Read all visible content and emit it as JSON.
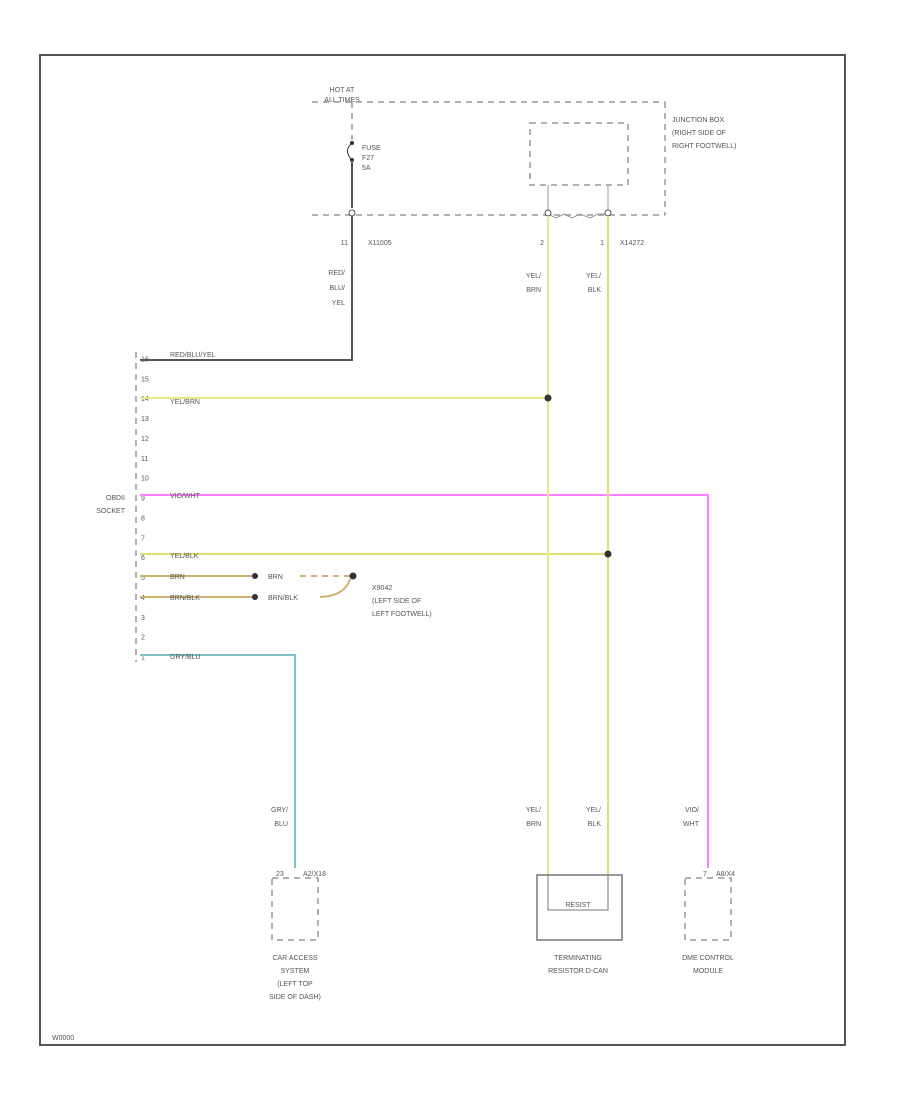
{
  "colors": {
    "frame": "#555555",
    "dashed": "#999999",
    "wire_red_blu_yel": "#555555",
    "wire_yel_brn": "#e8e88a",
    "wire_yel_blk": "#e0e070",
    "wire_vio_wht": "#ff80ff",
    "wire_brn": "#d0b070",
    "wire_gry_blu": "#80c0c8"
  },
  "power": {
    "hot_label_1": "HOT AT",
    "hot_label_2": "ALL TIMES",
    "fuse_1": "FUSE",
    "fuse_2": "F27",
    "fuse_3": "5A",
    "pin_fuse": "11",
    "connector_fuse": "X11005"
  },
  "junction_box": {
    "line1": "JUNCTION BOX",
    "line2": "(RIGHT SIDE OF",
    "line3": "RIGHT FOOTWELL)",
    "pin_a": "2",
    "pin_b": "1",
    "connector": "X14272"
  },
  "wire_labels": {
    "fuse_wire_1": "RED/",
    "fuse_wire_2": "BLU/",
    "fuse_wire_3": "YEL",
    "yb_top_1": "YEL/",
    "yb_top_2": "BRN",
    "ybk_top_1": "YEL/",
    "ybk_top_2": "BLK",
    "yb_bot_1": "YEL/",
    "yb_bot_2": "BRN",
    "ybk_bot_1": "YEL/",
    "ybk_bot_2": "BLK",
    "vio_bot_1": "VIO/",
    "vio_bot_2": "WHT",
    "gry_bot_1": "GRY/",
    "gry_bot_2": "BLU"
  },
  "obd": {
    "title_1": "OBDII",
    "title_2": "SOCKET",
    "pins": [
      "16",
      "15",
      "14",
      "13",
      "12",
      "11",
      "10",
      "9",
      "8",
      "7",
      "6",
      "5",
      "4",
      "3",
      "2",
      "1"
    ],
    "wires": {
      "p16": "RED/BLU/YEL",
      "p14": "YEL/BRN",
      "p9": "VIO/WHT",
      "p6": "YEL/BLK",
      "p5": "BRN",
      "p4": "BRN/BLK",
      "p1": "GRY/BLU"
    }
  },
  "ground": {
    "brn": "BRN",
    "brn_blk": "BRN/BLK",
    "name": "X9042",
    "desc_1": "(LEFT SIDE OF",
    "desc_2": "LEFT FOOTWELL)"
  },
  "car_access": {
    "pin": "23",
    "connector": "A2/X18",
    "label_1": "CAR ACCESS",
    "label_2": "SYSTEM",
    "label_3": "(LEFT TOP",
    "label_4": "SIDE OF DASH)"
  },
  "resistor": {
    "label_1": "TERMINATING",
    "label_2": "RESISTOR D-CAN",
    "inner": "RESIST"
  },
  "dme": {
    "pin": "7",
    "connector": "A8/X4",
    "label_1": "DME CONTROL",
    "label_2": "MODULE"
  },
  "footer": {
    "code": "W0000"
  }
}
